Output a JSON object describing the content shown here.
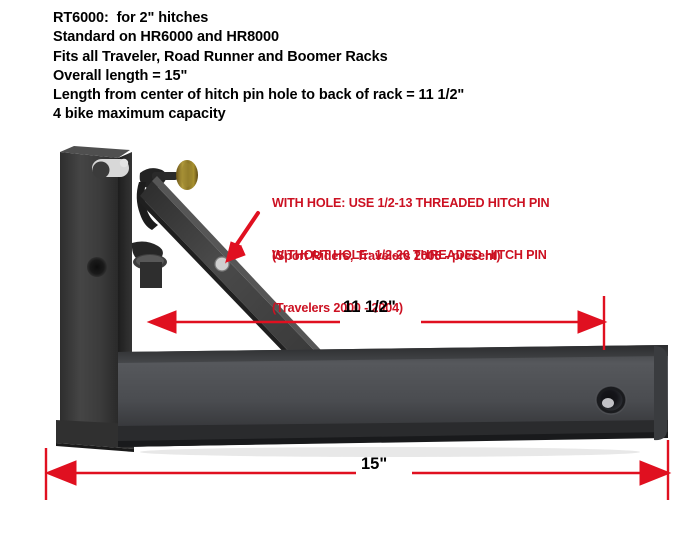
{
  "document": {
    "type": "product-specification-diagram",
    "subject": "RT6000 hitch receiver bracket"
  },
  "specs": {
    "lines": [
      "RT6000:  for 2\" hitches",
      "Standard on HR6000 and HR8000",
      "Fits all Traveler, Road Runner and Boomer Racks",
      "Overall length = 15\"",
      "Length from center of hitch pin hole to back of rack = 11 1/2\"",
      "4 bike maximum capacity"
    ]
  },
  "annotations": {
    "with_hole": {
      "line1": "WITH HOLE: USE 1/2-13 THREADED HITCH PIN",
      "line2": "(Sport Riders, Travelers 2005 - present)"
    },
    "without_hole": {
      "line1": "WITHOUT HOLE: 1/2-20 THREADED HITCH PIN",
      "line2": "(Travelers 2000 - 2004)"
    }
  },
  "dimensions": {
    "upper": {
      "label": "11 1/2\"",
      "meaning": "center of hitch pin hole to back of rack"
    },
    "lower": {
      "label": "15\"",
      "meaning": "overall length"
    }
  },
  "colors": {
    "annotation_red": "#cc1122",
    "dimension_red": "#e01020",
    "text_black": "#000000",
    "metal_dark": "#3a3a3a",
    "metal_mid": "#4a4a4a",
    "metal_light": "#5c5c5c",
    "knob_brass": "#8c7326",
    "background": "#ffffff"
  },
  "photo": {
    "parts": {
      "vertical_plate": "vertical mounting plate with keyhole slot and round hole",
      "diagonal_brace": "diagonal support brace with adjustment hole",
      "horizontal_tube": "square receiver tube with hitch pin hole",
      "knob": "brass adjustment knob",
      "hitch_pin_hole": "hitch pin hole near right end of tube"
    }
  }
}
